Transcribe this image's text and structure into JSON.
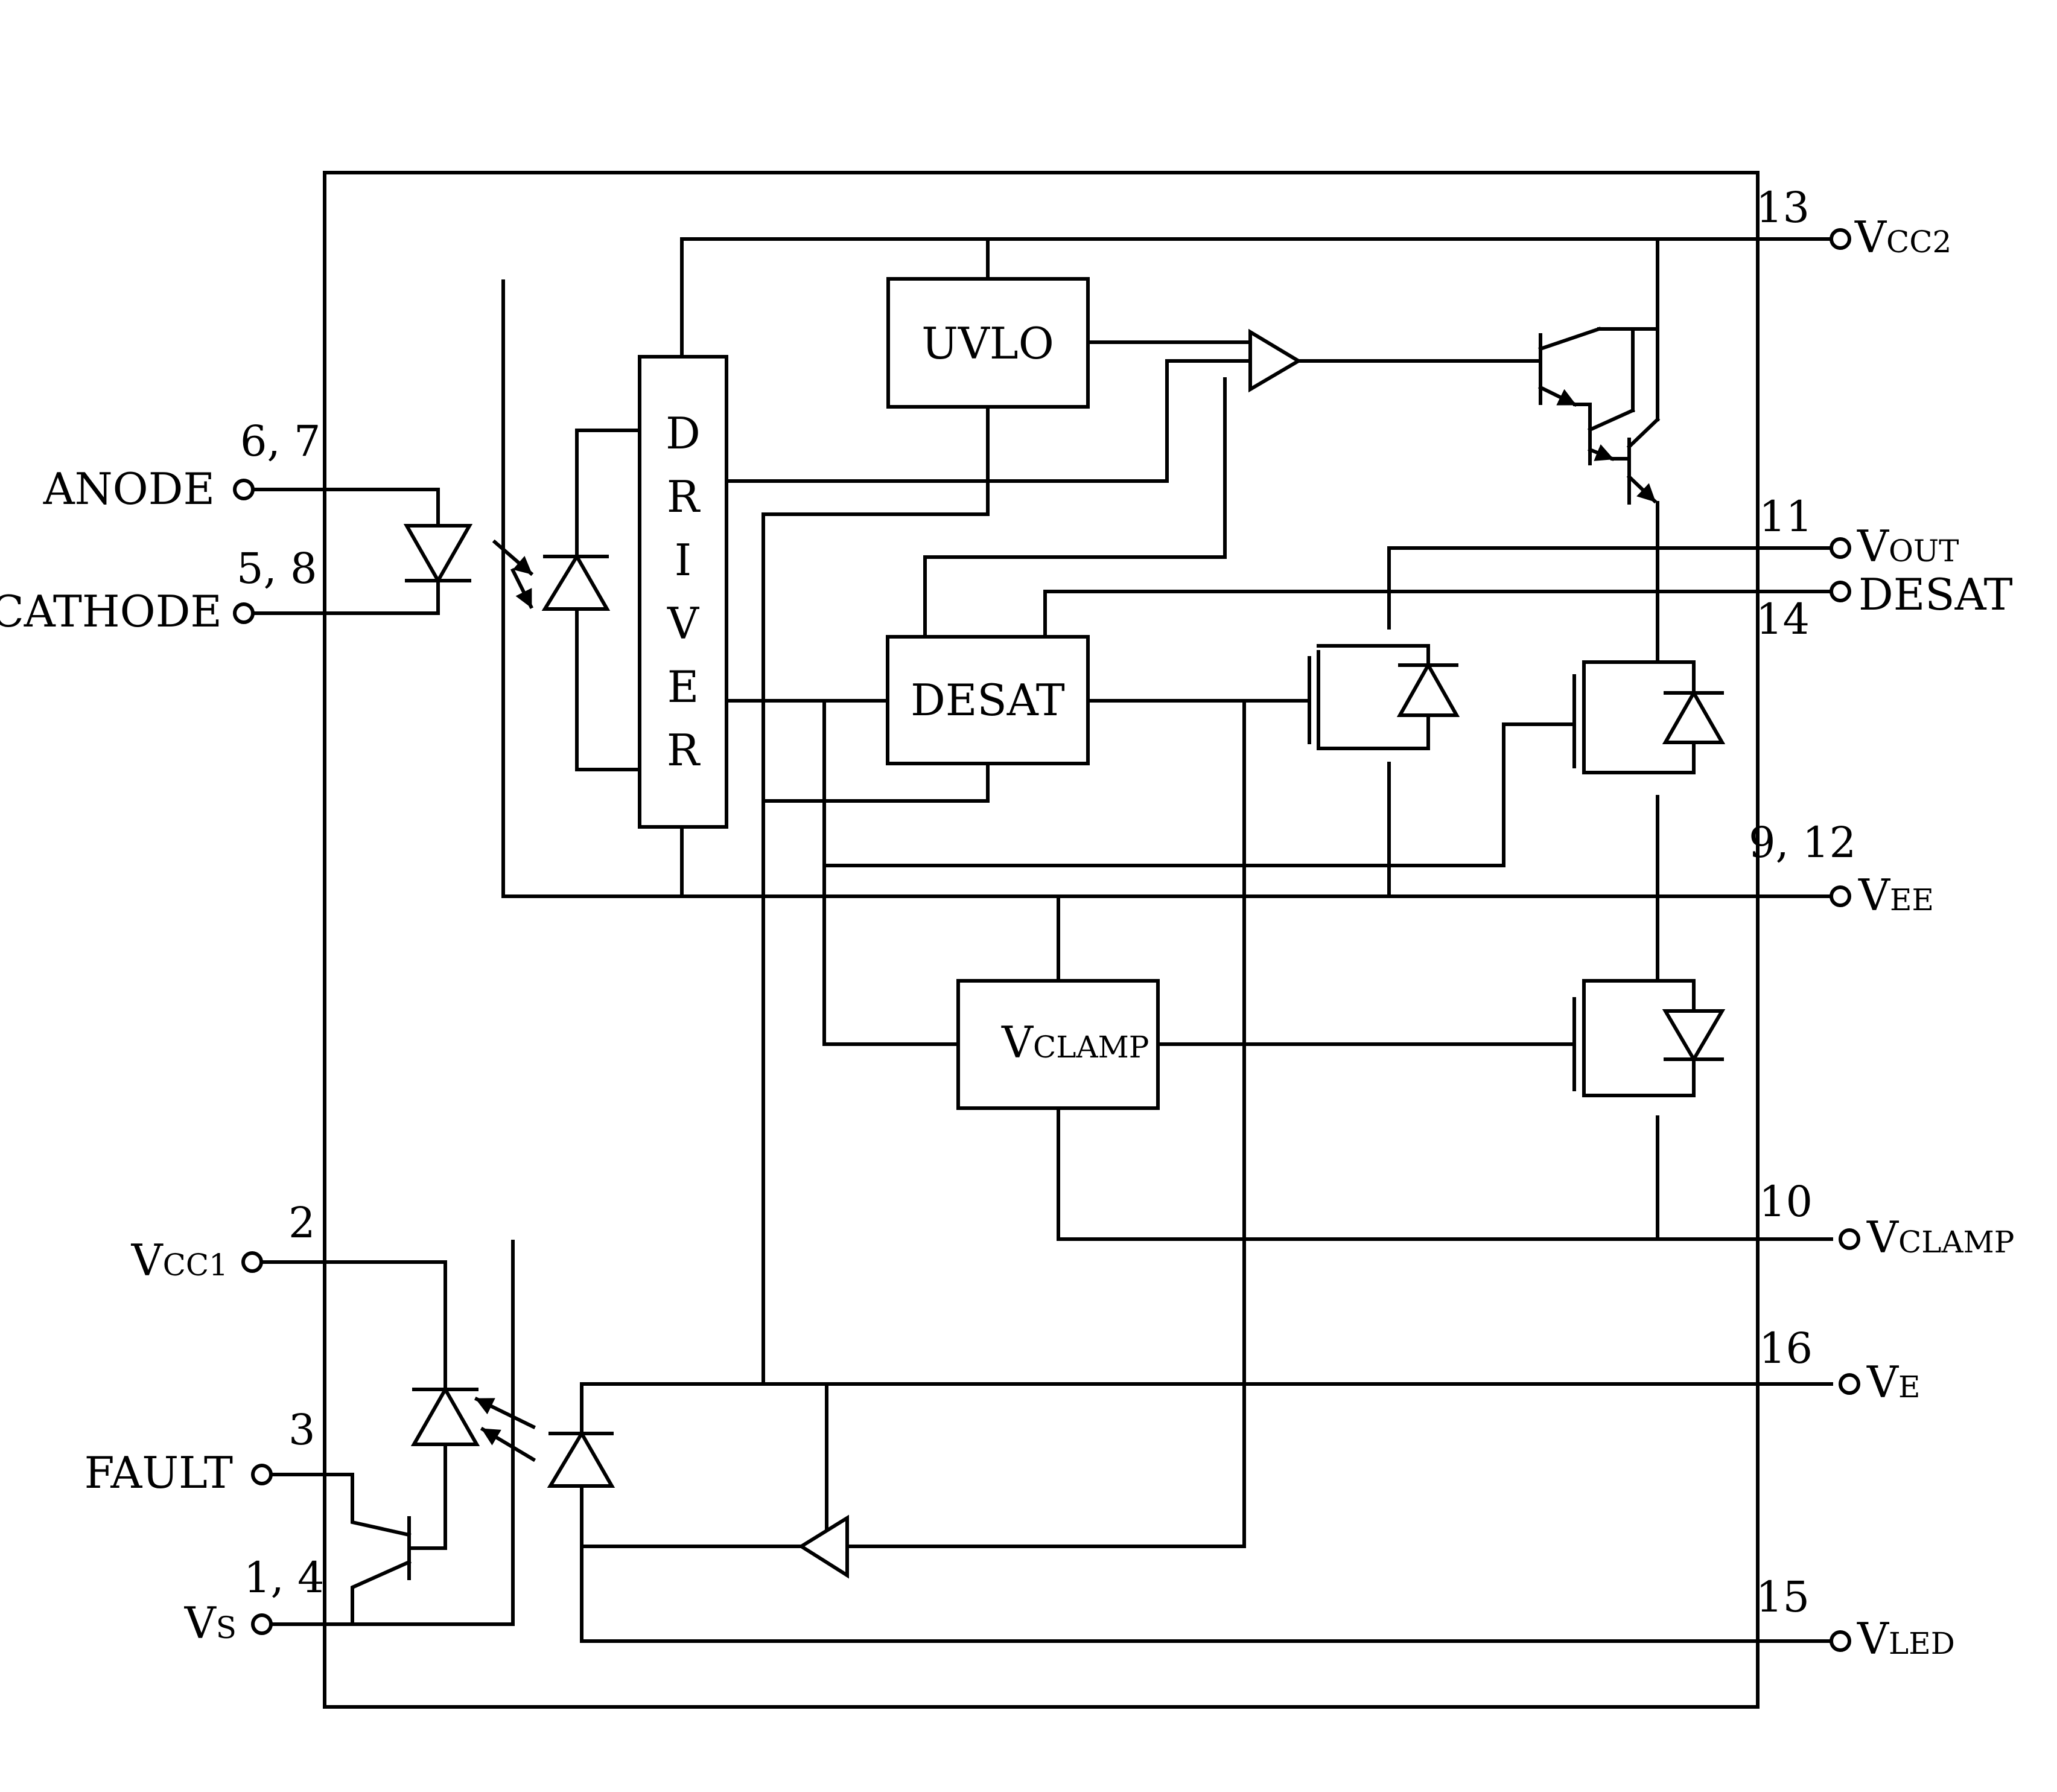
{
  "pins": {
    "anode": {
      "number": "6, 7",
      "name": "ANODE"
    },
    "cathode": {
      "number": "5, 8",
      "name": "CATHODE"
    },
    "vcc1": {
      "number": "2",
      "name": "V",
      "sub": "CC1"
    },
    "fault": {
      "number": "3",
      "name": "FAULT"
    },
    "vs": {
      "number": "1, 4",
      "name": "V",
      "sub": "S"
    },
    "vcc2": {
      "number": "13",
      "name": "V",
      "sub": "CC2"
    },
    "vout": {
      "number": "11",
      "name": "V",
      "sub": "OUT"
    },
    "desat": {
      "number": "14",
      "name": "DESAT"
    },
    "vee": {
      "number": "9, 12",
      "name": "V",
      "sub": "EE"
    },
    "vclamp": {
      "number": "10",
      "name": "V",
      "sub": "CLAMP"
    },
    "ve": {
      "number": "16",
      "name": "V",
      "sub": "E"
    },
    "vled": {
      "number": "15",
      "name": "V",
      "sub": "LED"
    }
  },
  "blocks": {
    "uvlo": {
      "label": "UVLO"
    },
    "desat": {
      "label": "DESAT"
    },
    "vclamp": {
      "label": "V",
      "sub": "CLAMP"
    },
    "driver": {
      "letters": [
        "D",
        "R",
        "I",
        "V",
        "E",
        "R"
      ]
    }
  }
}
